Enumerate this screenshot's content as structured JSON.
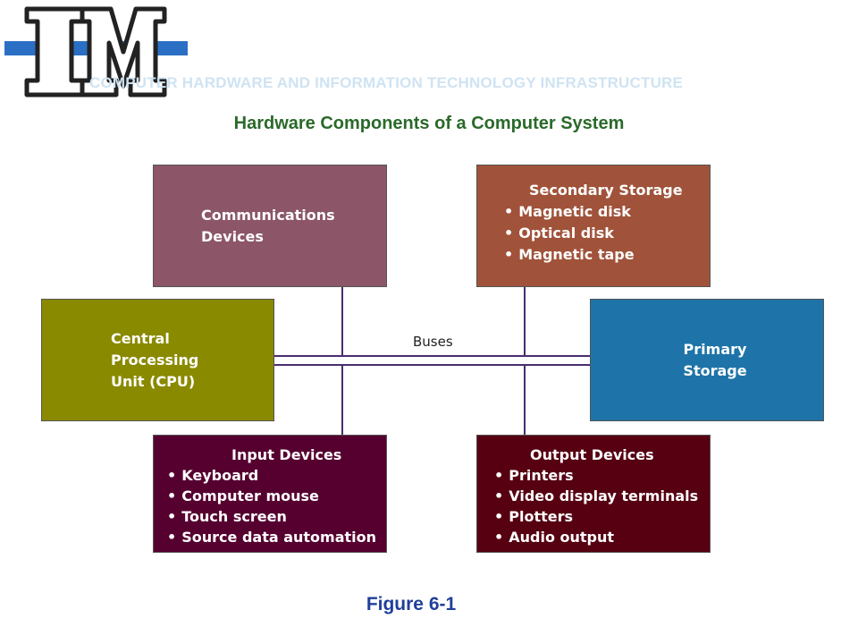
{
  "header": {
    "title": "COMPUTER HARDWARE AND INFORMATION TECHNOLOGY INFRASTRUCTURE"
  },
  "diagram": {
    "title": "Hardware Components of a Computer System",
    "bus_label": "Buses",
    "figure_label": "Figure 6-1",
    "boxes": {
      "communications": {
        "title": "Communications Devices",
        "color": "#8c5568"
      },
      "secondary_storage": {
        "title": "Secondary Storage",
        "items": [
          "Magnetic disk",
          "Optical disk",
          "Magnetic tape"
        ],
        "color": "#a0533a"
      },
      "cpu": {
        "title": "Central Processing Unit (CPU)",
        "color": "#8a8a00"
      },
      "primary_storage": {
        "title": "Primary Storage",
        "color": "#1e74a8"
      },
      "input": {
        "title": "Input Devices",
        "items": [
          "Keyboard",
          "Computer mouse",
          "Touch screen",
          "Source data automation"
        ],
        "color": "#560030"
      },
      "output": {
        "title": "Output Devices",
        "items": [
          "Printers",
          "Video display terminals",
          "Plotters",
          "Audio output"
        ],
        "color": "#560012"
      }
    },
    "line_color": "#4a2d6e"
  }
}
